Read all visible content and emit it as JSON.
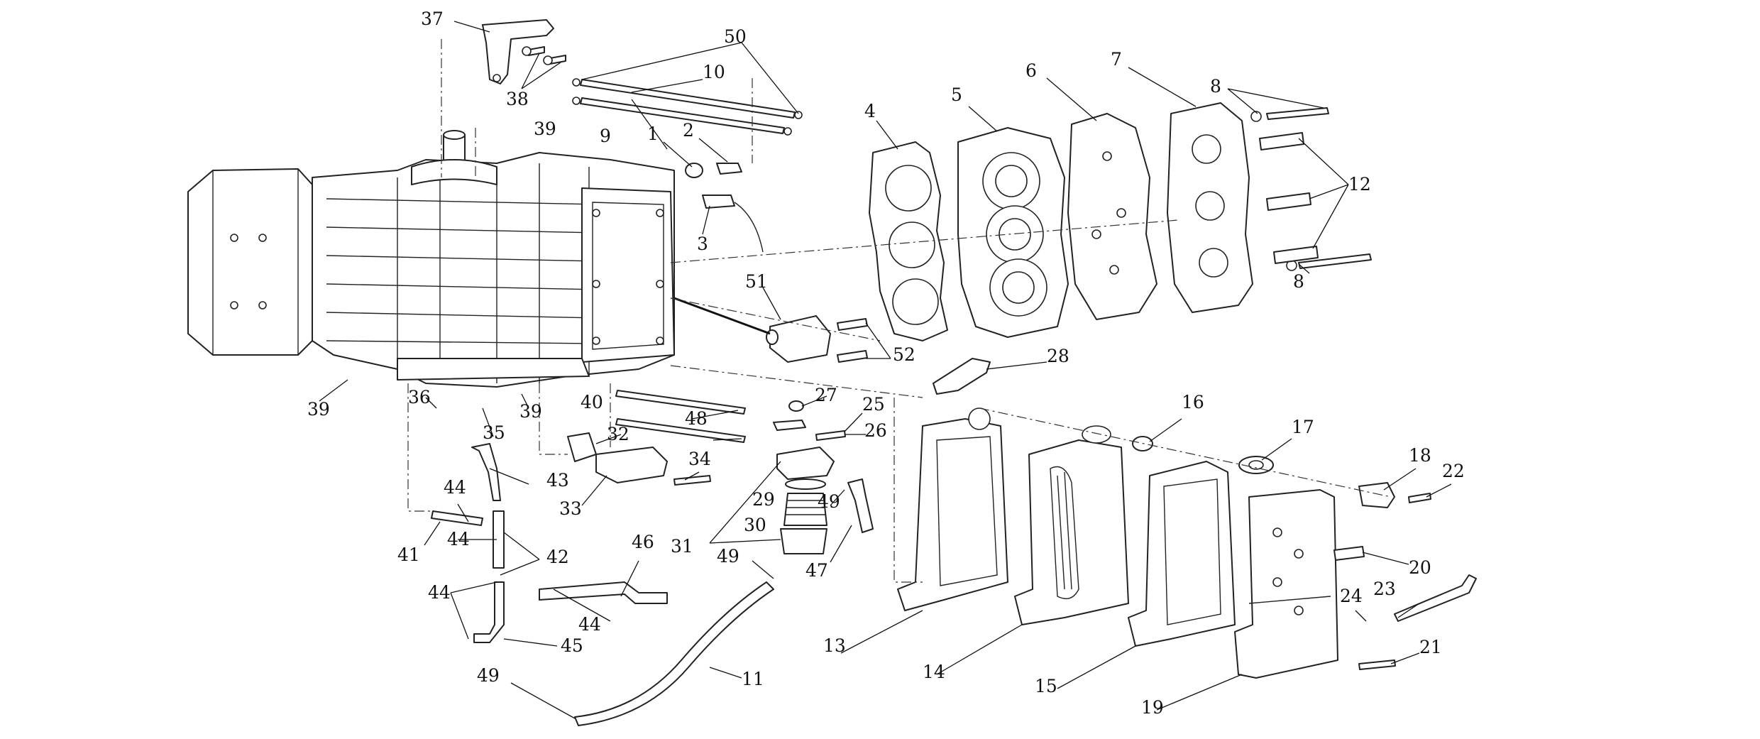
{
  "callouts": [
    {
      "id": "1",
      "text": "1"
    },
    {
      "id": "2",
      "text": "2"
    },
    {
      "id": "3",
      "text": "3"
    },
    {
      "id": "4",
      "text": "4"
    },
    {
      "id": "5",
      "text": "5"
    },
    {
      "id": "6",
      "text": "6"
    },
    {
      "id": "7",
      "text": "7"
    },
    {
      "id": "8a",
      "text": "8"
    },
    {
      "id": "8b",
      "text": "8"
    },
    {
      "id": "9",
      "text": "9"
    },
    {
      "id": "10",
      "text": "10"
    },
    {
      "id": "11",
      "text": "11"
    },
    {
      "id": "12",
      "text": "12"
    },
    {
      "id": "13",
      "text": "13"
    },
    {
      "id": "14",
      "text": "14"
    },
    {
      "id": "15",
      "text": "15"
    },
    {
      "id": "16",
      "text": "16"
    },
    {
      "id": "17",
      "text": "17"
    },
    {
      "id": "18",
      "text": "18"
    },
    {
      "id": "19",
      "text": "19"
    },
    {
      "id": "20",
      "text": "20"
    },
    {
      "id": "21",
      "text": "21"
    },
    {
      "id": "22",
      "text": "22"
    },
    {
      "id": "23",
      "text": "23"
    },
    {
      "id": "24",
      "text": "24"
    },
    {
      "id": "25",
      "text": "25"
    },
    {
      "id": "26",
      "text": "26"
    },
    {
      "id": "27",
      "text": "27"
    },
    {
      "id": "28",
      "text": "28"
    },
    {
      "id": "29",
      "text": "29"
    },
    {
      "id": "30",
      "text": "30"
    },
    {
      "id": "31",
      "text": "31"
    },
    {
      "id": "32",
      "text": "32"
    },
    {
      "id": "33",
      "text": "33"
    },
    {
      "id": "34",
      "text": "34"
    },
    {
      "id": "35",
      "text": "35"
    },
    {
      "id": "36",
      "text": "36"
    },
    {
      "id": "37",
      "text": "37"
    },
    {
      "id": "38",
      "text": "38"
    },
    {
      "id": "39a",
      "text": "39"
    },
    {
      "id": "39b",
      "text": "39"
    },
    {
      "id": "39c",
      "text": "39"
    },
    {
      "id": "40",
      "text": "40"
    },
    {
      "id": "41",
      "text": "41"
    },
    {
      "id": "42",
      "text": "42"
    },
    {
      "id": "43",
      "text": "43"
    },
    {
      "id": "44a",
      "text": "44"
    },
    {
      "id": "44b",
      "text": "44"
    },
    {
      "id": "44c",
      "text": "44"
    },
    {
      "id": "44d",
      "text": "44"
    },
    {
      "id": "45",
      "text": "45"
    },
    {
      "id": "46",
      "text": "46"
    },
    {
      "id": "47",
      "text": "47"
    },
    {
      "id": "48",
      "text": "48"
    },
    {
      "id": "49a",
      "text": "49"
    },
    {
      "id": "49b",
      "text": "49"
    },
    {
      "id": "49c",
      "text": "49"
    },
    {
      "id": "50",
      "text": "50"
    },
    {
      "id": "51",
      "text": "51"
    },
    {
      "id": "52",
      "text": "52"
    }
  ]
}
